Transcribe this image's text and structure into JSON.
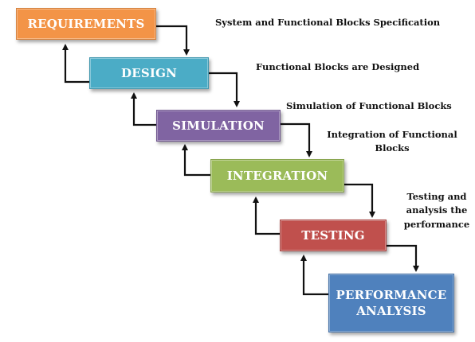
{
  "colors": {
    "requirements": "#F39447",
    "design": "#4BACC6",
    "simulation": "#8064A2",
    "integration": "#9BBB59",
    "testing": "#C0504D",
    "performance": "#4F81BD",
    "arrow": "#111111"
  },
  "stages": [
    {
      "id": "requirements",
      "label": "REQUIREMENTS"
    },
    {
      "id": "design",
      "label": "DESIGN"
    },
    {
      "id": "simulation",
      "label": "SIMULATION"
    },
    {
      "id": "integration",
      "label": "INTEGRATION"
    },
    {
      "id": "testing",
      "label": "TESTING"
    },
    {
      "id": "performance",
      "label_line1": "PERFORMANCE",
      "label_line2": "ANALYSIS"
    }
  ],
  "descriptions": {
    "requirements": "System and Functional Blocks Specification",
    "design": "Functional Blocks are Designed",
    "simulation": "Simulation of Functional Blocks",
    "integration_line1": "Integration of Functional",
    "integration_line2": "Blocks",
    "testing_line1": "Testing and",
    "testing_line2": "analysis the",
    "testing_line3": "performance"
  }
}
